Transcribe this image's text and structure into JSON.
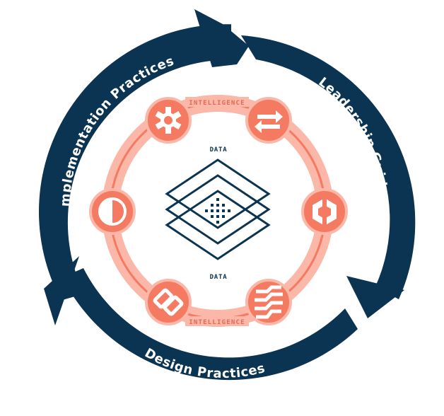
{
  "diagram": {
    "arcs": {
      "implementation": "Implementation Practices",
      "leadership": "Leadership Guidance",
      "design": "Design Practices"
    },
    "ring": {
      "top_label": "INTELLIGENCE",
      "bottom_label": "INTELLIGENCE"
    },
    "center": {
      "top_label": "DATA",
      "bottom_label": "DATA"
    },
    "icons": [
      "gear-icon",
      "swap-arrows-icon",
      "hexagon-icon",
      "chain-link-icon",
      "wave-stripes-icon",
      "half-circle-icon"
    ]
  },
  "colors": {
    "navy": "#0b3352",
    "coral": "#f47a62",
    "coral_light": "#fbb7a8",
    "white": "#ffffff"
  }
}
